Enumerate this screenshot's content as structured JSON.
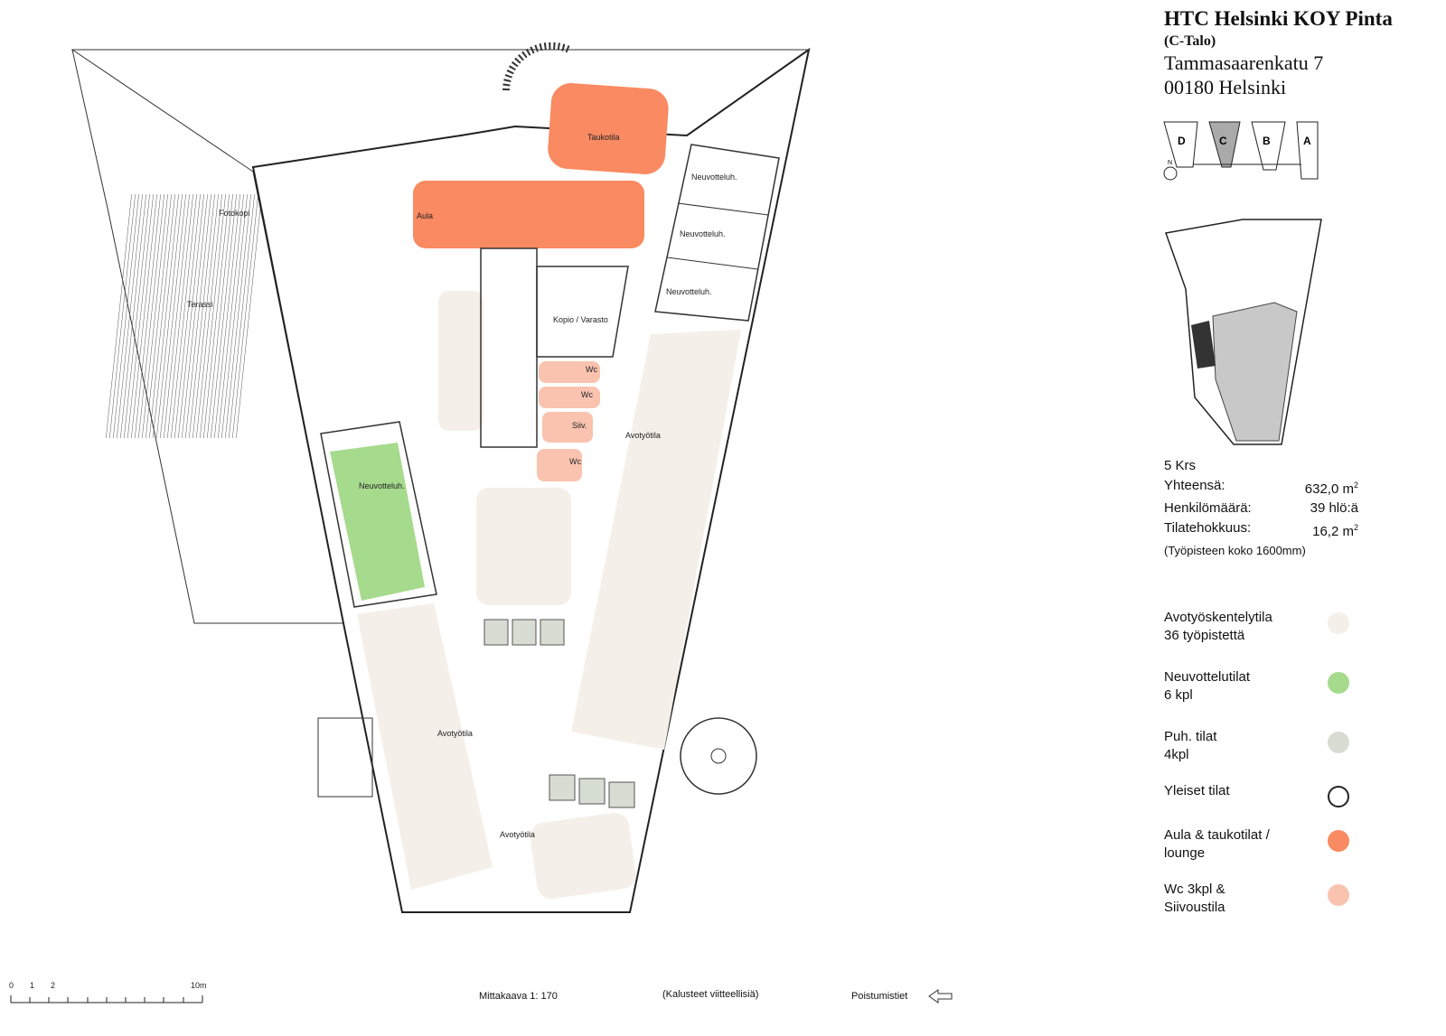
{
  "header": {
    "title": "HTC Helsinki KOY Pinta",
    "subtitle": "(C-Talo)",
    "street": "Tammasaarenkatu 7",
    "city": "00180 Helsinki"
  },
  "keyplan": {
    "buildings": [
      "D",
      "C",
      "B",
      "A"
    ],
    "highlighted": "C",
    "north": "N"
  },
  "stats": {
    "floor": "5 Krs",
    "rows": [
      {
        "label": "Yhteensä:",
        "value": "632,0 m",
        "sup": "2"
      },
      {
        "label": "Henkilömäärä:",
        "value": "39 hlö:ä",
        "sup": ""
      },
      {
        "label": "Tilatehokkuus:",
        "value": "16,2 m",
        "sup": "2"
      }
    ],
    "note": "(Työpisteen koko 1600mm)"
  },
  "legend": [
    {
      "line1": "Avotyöskentelytila",
      "line2": "36 työpistettä",
      "color": "#f4efe9"
    },
    {
      "line1": "Neuvottelutilat",
      "line2": "6 kpl",
      "color": "#a6da8c"
    },
    {
      "line1": "Puh. tilat",
      "line2": "4kpl",
      "color": "#d7ddd2"
    },
    {
      "line1": "Yleiset tilat",
      "line2": "",
      "color": "#ffffff"
    },
    {
      "line1": "Aula & taukotilat /",
      "line2": "lounge",
      "color": "#f98a62"
    },
    {
      "line1": "Wc 3kpl &",
      "line2": "Siivoustila",
      "color": "#f9c3b0"
    }
  ],
  "rooms": {
    "taukotila": "Taukotila",
    "aula": "Aula",
    "neuv1": "Neuvotteluh.",
    "neuv2": "Neuvotteluh.",
    "neuv3": "Neuvotteluh.",
    "neuv4": "Neuvotteluh.",
    "kopio": "Kopio / Varasto",
    "wc1": "Wc",
    "wc2": "Wc",
    "wc3": "Wc",
    "siiv": "Siiv.",
    "avo1": "Avotyötila",
    "avo2": "Avotyötila",
    "avo3": "Avotyötila",
    "terassi": "Terassi",
    "foto": "Fotokopi"
  },
  "footer": {
    "scale_ticks": [
      "0",
      "1",
      "2",
      "10m"
    ],
    "scale": "Mittakaava 1: 170",
    "furniture_note": "(Kalusteet viitteellisiä)",
    "exits": "Poistumistiet"
  }
}
